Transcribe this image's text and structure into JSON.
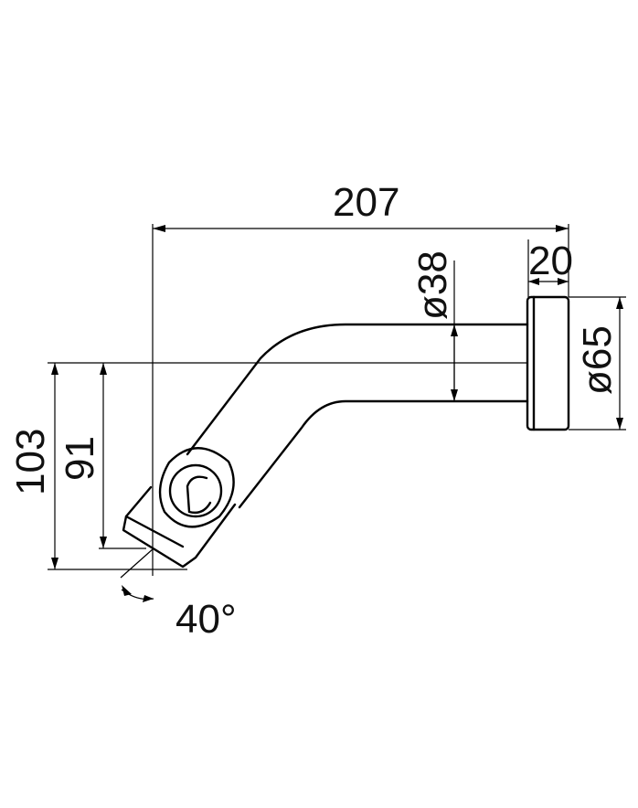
{
  "drawing": {
    "dimensions": {
      "overall_length": "207",
      "flange_thickness": "20",
      "pipe_diameter": "ø38",
      "flange_diameter": "ø65",
      "total_drop": "103",
      "outlet_drop": "91",
      "tilt_angle": "40°"
    },
    "colors": {
      "line": "#000000",
      "background": "#ffffff"
    }
  }
}
